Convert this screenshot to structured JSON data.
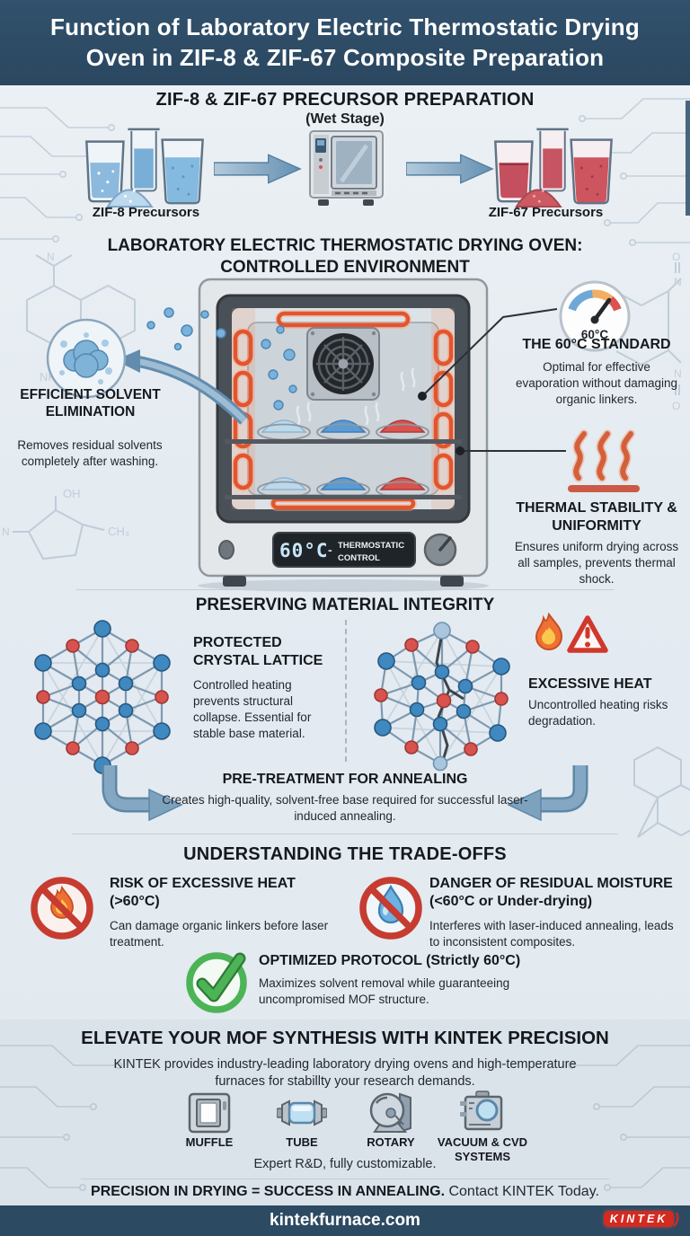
{
  "colors": {
    "navy": "#2d4a63",
    "logo_red": "#d42a20",
    "heating_orange": "#e2552e",
    "arrow_blue": "#6590b2",
    "check_green": "#4cb457"
  },
  "header": {
    "title_line1": "Function of Laboratory Electric Thermostatic Drying",
    "title_line2": "Oven in ZIF-8 & ZIF-67 Composite Preparation"
  },
  "precursor": {
    "title": "ZIF-8 & ZIF-67 PRECURSOR PREPARATION",
    "subtitle": "(Wet Stage)",
    "left_label": "ZIF-8 Precursors",
    "right_label": "ZIF-67 Precursors"
  },
  "oven": {
    "title_line1": "LABORATORY ELECTRIC THERMOSTATIC DRYING OVEN:",
    "title_line2": "CONTROLLED ENVIRONMENT",
    "display": {
      "temp": "60°C",
      "dash": "-",
      "label_line1": "THERMOSTATIC",
      "label_line2": "CONTROL"
    },
    "solvent": {
      "title": "EFFICIENT SOLVENT ELIMINATION",
      "body": "Removes residual solvents completely after washing."
    },
    "standard": {
      "gauge_value": "60°C",
      "title": "THE 60°C STANDARD",
      "body": "Optimal for effective evaporation without damaging organic linkers."
    },
    "thermal": {
      "title": "THERMAL STABILITY & UNIFORMITY",
      "body": "Ensures uniform drying across all samples, prevents thermal shock."
    }
  },
  "integrity": {
    "title": "PRESERVING MATERIAL INTEGRITY",
    "protected": {
      "title": "PROTECTED CRYSTAL LATTICE",
      "body": "Controlled heating prevents structural collapse. Essential for stable base material."
    },
    "excessive": {
      "title": "EXCESSIVE HEAT",
      "body": "Uncontrolled heating risks degradation."
    },
    "pretreatment": {
      "title": "PRE-TREATMENT FOR ANNEALING",
      "body": "Creates high-quality, solvent-free base required for successful laser-induced annealing."
    }
  },
  "tradeoffs": {
    "title": "UNDERSTANDING THE TRADE-OFFS",
    "heat_risk": {
      "title": "RISK OF EXCESSIVE HEAT (>60°C)",
      "body": "Can damage organic linkers before laser treatment."
    },
    "moisture_risk": {
      "title": "DANGER OF RESIDUAL MOISTURE (<60°C or Under-drying)",
      "body": "Interferes with laser-induced annealing, leads to inconsistent composites."
    },
    "optimized": {
      "title": "OPTIMIZED PROTOCOL (Strictly 60°C)",
      "body": "Maximizes solvent removal while guaranteeing uncompromised MOF structure."
    }
  },
  "cta": {
    "title": "ELEVATE YOUR MOF SYNTHESIS WITH KINTEK PRECISION",
    "subtitle": "KINTEK provides industry-leading laboratory drying ovens and high-temperature furnaces for stabillty your research demands.",
    "products": [
      {
        "label": "MUFFLE"
      },
      {
        "label": "TUBE"
      },
      {
        "label": "ROTARY"
      },
      {
        "label": "VACUUM & CVD SYSTEMS"
      }
    ],
    "note": "Expert R&D, fully customizable.",
    "tagline_bold": "PRECISION IN DRYING = SUCCESS IN ANNEALING.",
    "tagline_regular": "Contact KINTEK Today."
  },
  "footer": {
    "website": "kintekfurnace.com",
    "logo_text": "KINTEK",
    "logo_suffix": ")"
  },
  "decor": {
    "chem_labels": {
      "n_top": "N",
      "nh2": "NH₂",
      "oh": "OH",
      "ch3": "CH₃",
      "n_left": "N",
      "o_r1": "O",
      "n_r1": "N",
      "n_r2": "N",
      "o_r2": "O"
    }
  }
}
